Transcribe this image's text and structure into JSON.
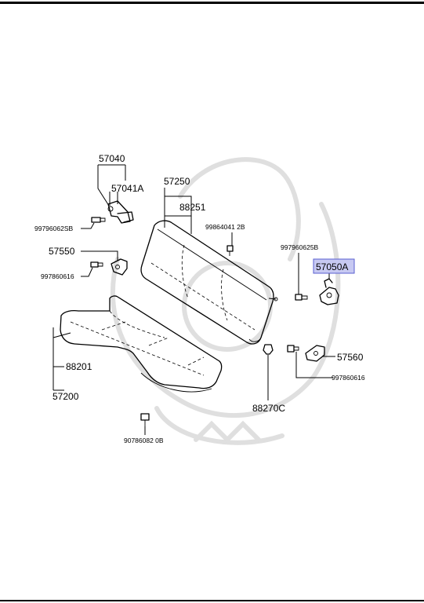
{
  "labels": {
    "cushion_assy": "57040",
    "hinge": "57041A",
    "bolt_upper_left": "99796062SB",
    "back_frame": "57250",
    "back_cover": "88251",
    "bolt_top_center": "99864041 2B",
    "bracket_left": "57550",
    "bolt_left": "997860616",
    "bolt_right_upper": "997960625B",
    "lock_assy": "57050A",
    "cushion_cover": "88201",
    "cushion": "57200",
    "bracket_right": "57560",
    "bolt_right_lower": "997860616",
    "clip": "88270C",
    "bolt_bottom": "90786082 0B"
  },
  "highlight": {
    "fill": "#c7c9f2",
    "stroke": "#5a5fd0"
  }
}
